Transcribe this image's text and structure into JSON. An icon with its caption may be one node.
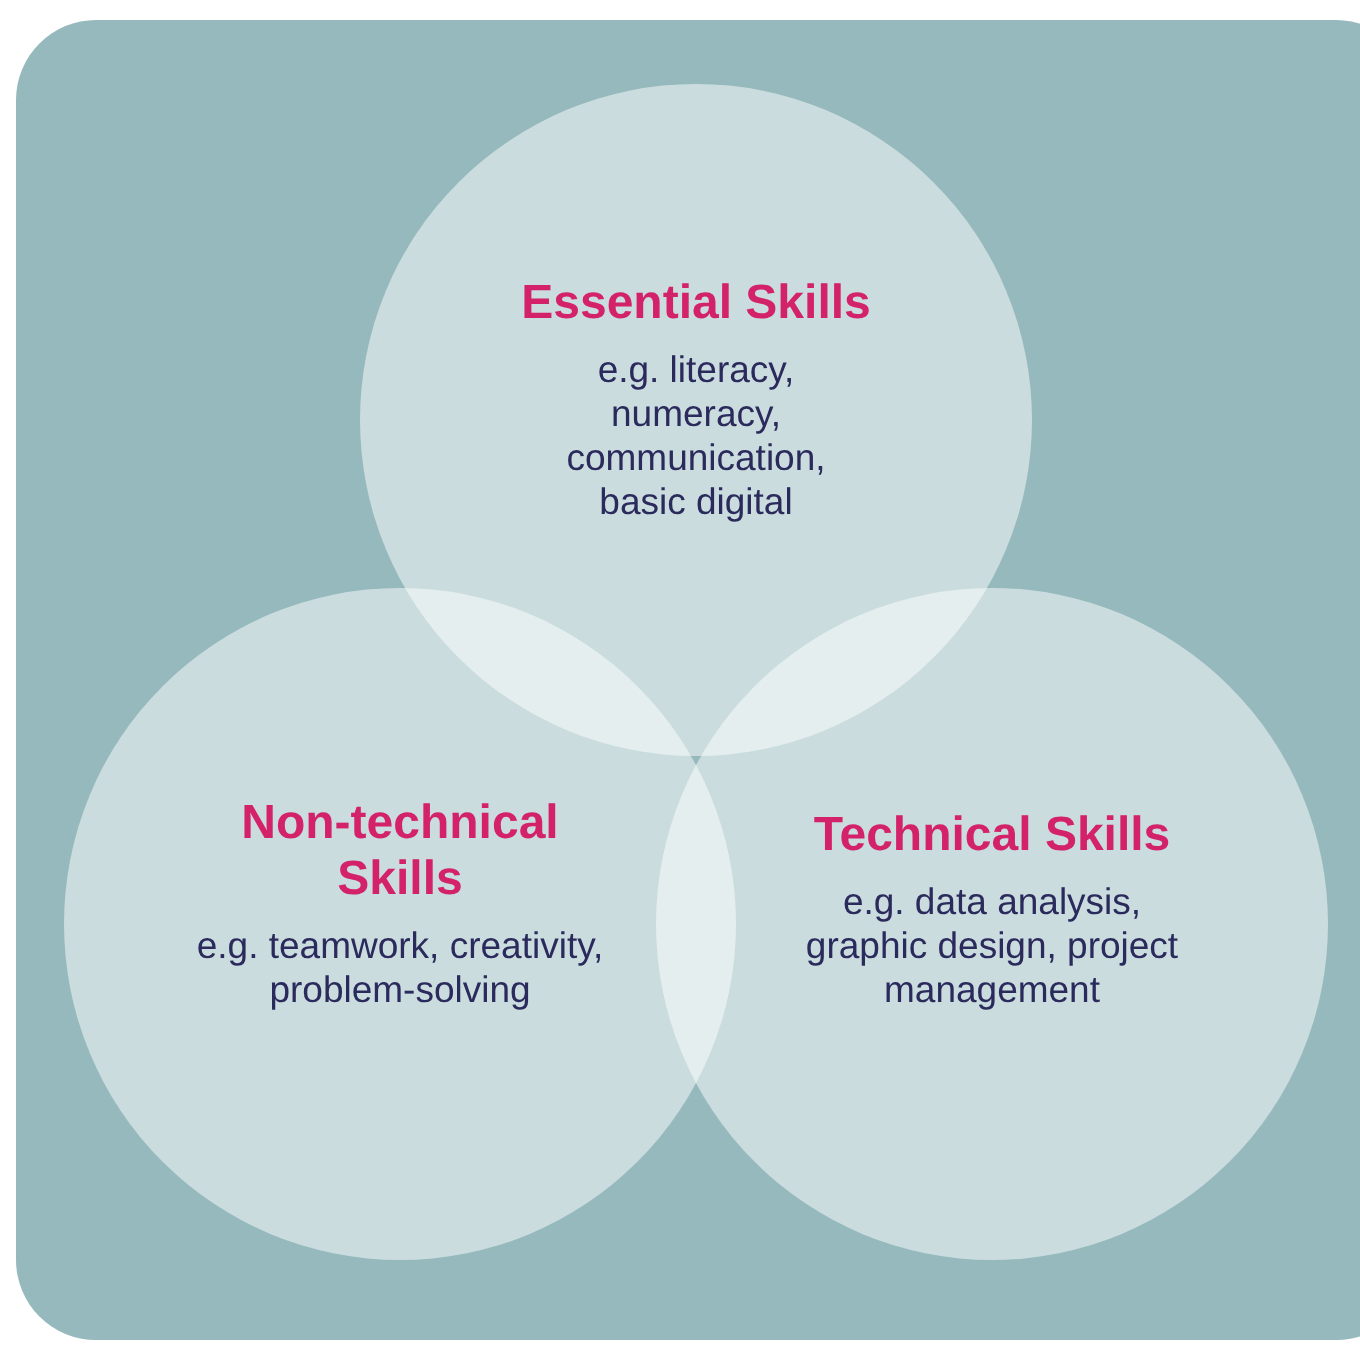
{
  "diagram": {
    "nodes": [
      {
        "text": [
          "Essential Skills",
          "e.g. literacy, numeracy, communication, basic digital"
        ]
      },
      {
        "text": [
          "Non-technical Skills",
          "e.g. teamwork, creativity, problem-solving"
        ]
      },
      {
        "text": [
          "Technical Skills",
          "e.g. data analysis, graphic design, project management"
        ]
      }
    ]
  }
}
